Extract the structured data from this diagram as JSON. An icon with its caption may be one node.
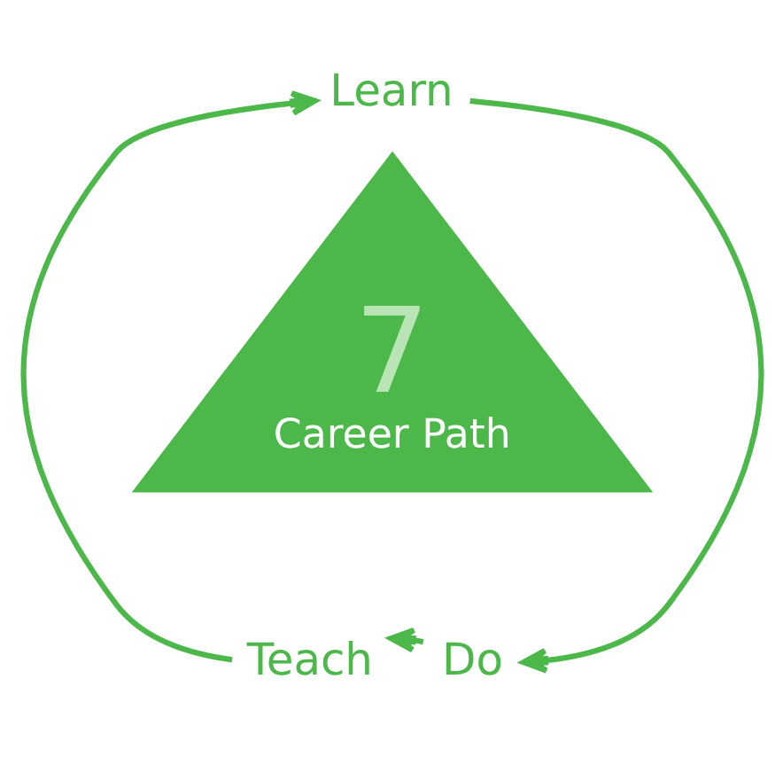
{
  "diagram": {
    "nodes": [
      {
        "text": [
          "Learn"
        ]
      },
      {
        "text": [
          "7",
          "Career Path"
        ]
      },
      {
        "text": [
          "Teach"
        ]
      },
      {
        "text": [
          "Do"
        ]
      }
    ],
    "edges": [
      {
        "from": 0,
        "to": 3,
        "arrow": "to"
      },
      {
        "from": 3,
        "to": 2,
        "arrow": "to"
      },
      {
        "from": 2,
        "to": 0,
        "arrow": "to"
      }
    ]
  }
}
